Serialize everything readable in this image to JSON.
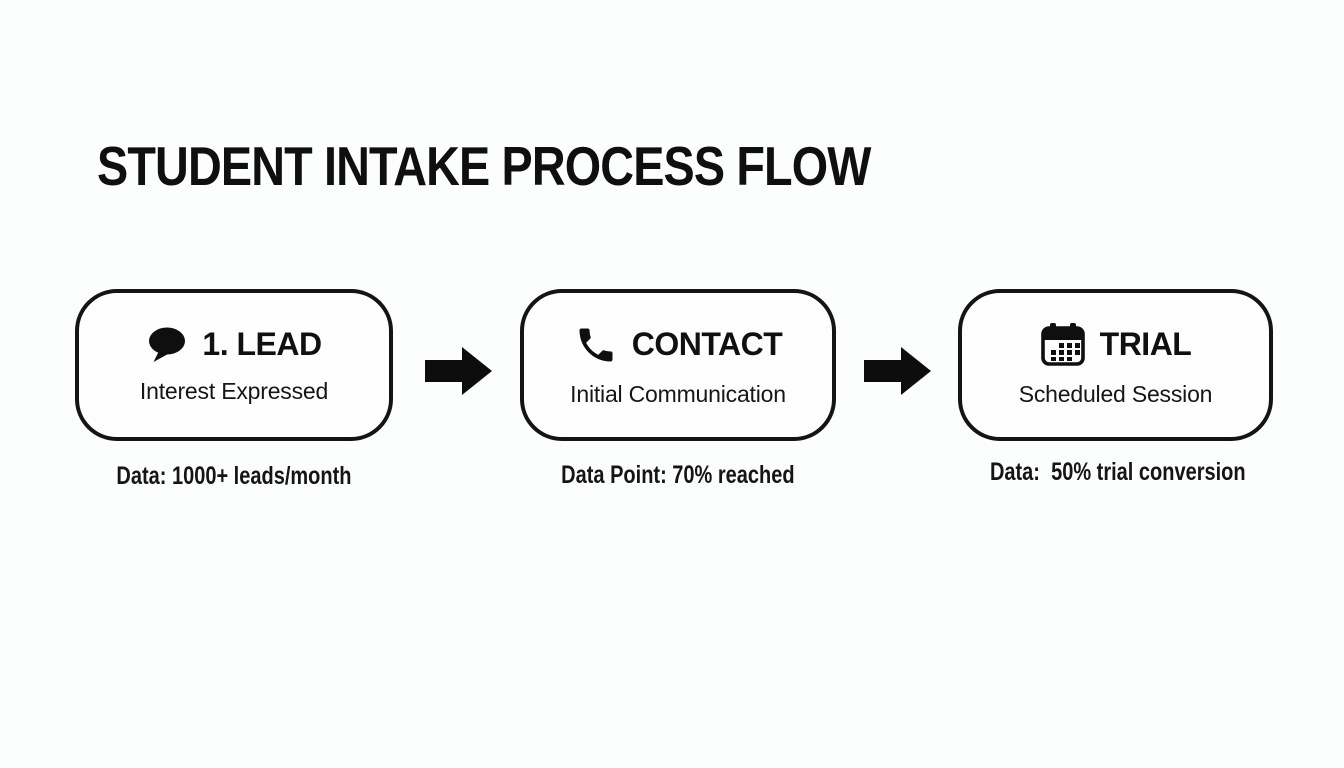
{
  "title": "STUDENT INTAKE PROCESS FLOW",
  "colors": {
    "ink": "#121212",
    "background": "#fcfdfd",
    "box_border": "#141414"
  },
  "flow": {
    "connector_icon": "arrow-right-icon",
    "steps": [
      {
        "icon": "speech-bubble-icon",
        "label": "1. LEAD",
        "subtitle": "Interest Expressed",
        "data_label": "Data: 1000+ leads/month"
      },
      {
        "icon": "phone-icon",
        "label": "CONTACT",
        "subtitle": "Initial Communication",
        "data_label": "Data Point: 70% reached"
      },
      {
        "icon": "calendar-icon",
        "label": "TRIAL",
        "subtitle": "Scheduled Session",
        "data_label": "Data:  50% trial conversion"
      }
    ]
  }
}
